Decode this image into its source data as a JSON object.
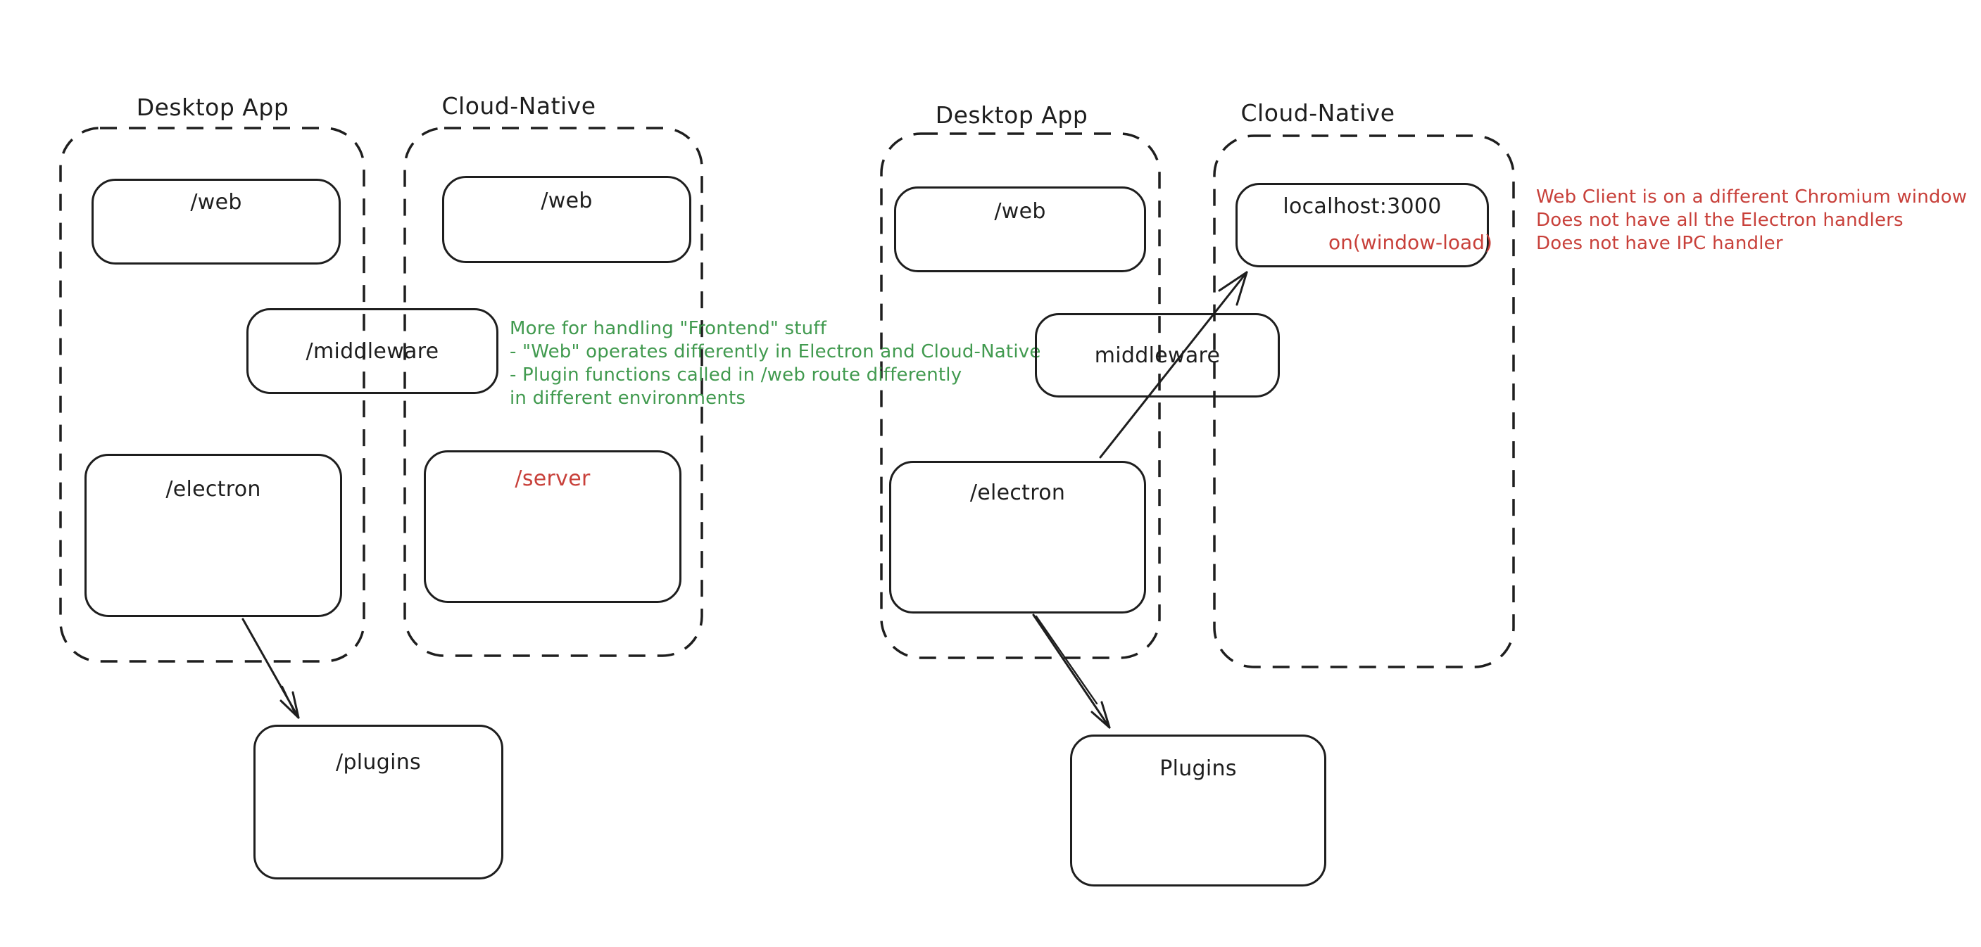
{
  "colors": {
    "ink": "#1e1e1e",
    "green": "#419a4f",
    "red": "#c8403a"
  },
  "left_diagram": {
    "desktop": {
      "title": "Desktop App",
      "web_label": "/web",
      "middleware_label": "/middleware",
      "electron_label": "/electron"
    },
    "cloud": {
      "title": "Cloud-Native",
      "web_label": "/web",
      "server_label": "/server"
    },
    "plugins_label": "/plugins",
    "note_lines": [
      "More for handling \"Frontend\" stuff",
      "- \"Web\" operates differently in Electron and Cloud-Native",
      "- Plugin functions called in /web route differently",
      "in different environments"
    ]
  },
  "right_diagram": {
    "desktop": {
      "title": "Desktop App",
      "web_label": "/web",
      "middleware_label": "middleware",
      "electron_label": "/electron"
    },
    "cloud": {
      "title": "Cloud-Native",
      "localhost_label": "localhost:3000",
      "handler_label": "on(window-load)"
    },
    "plugins_label": "Plugins",
    "note_lines": [
      "Web Client is on a different Chromium window",
      "Does not have all the Electron handlers",
      "Does not have IPC handler"
    ]
  }
}
